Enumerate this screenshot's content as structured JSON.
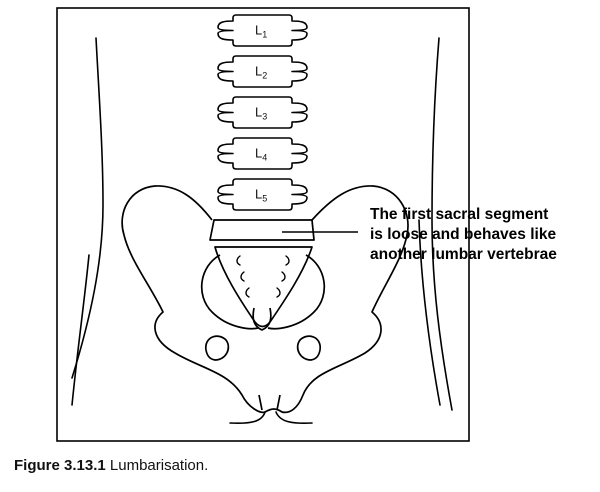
{
  "vertebrae": [
    {
      "label": "L",
      "sub": "1"
    },
    {
      "label": "L",
      "sub": "2"
    },
    {
      "label": "L",
      "sub": "3"
    },
    {
      "label": "L",
      "sub": "4"
    },
    {
      "label": "L",
      "sub": "5"
    }
  ],
  "annotation": {
    "lines": [
      "The first sacral segment",
      "is loose and behaves like",
      "another lumbar vertebrae"
    ]
  },
  "caption": {
    "figure_number": "Figure 3.13.1",
    "text": "Lumbarisation."
  }
}
